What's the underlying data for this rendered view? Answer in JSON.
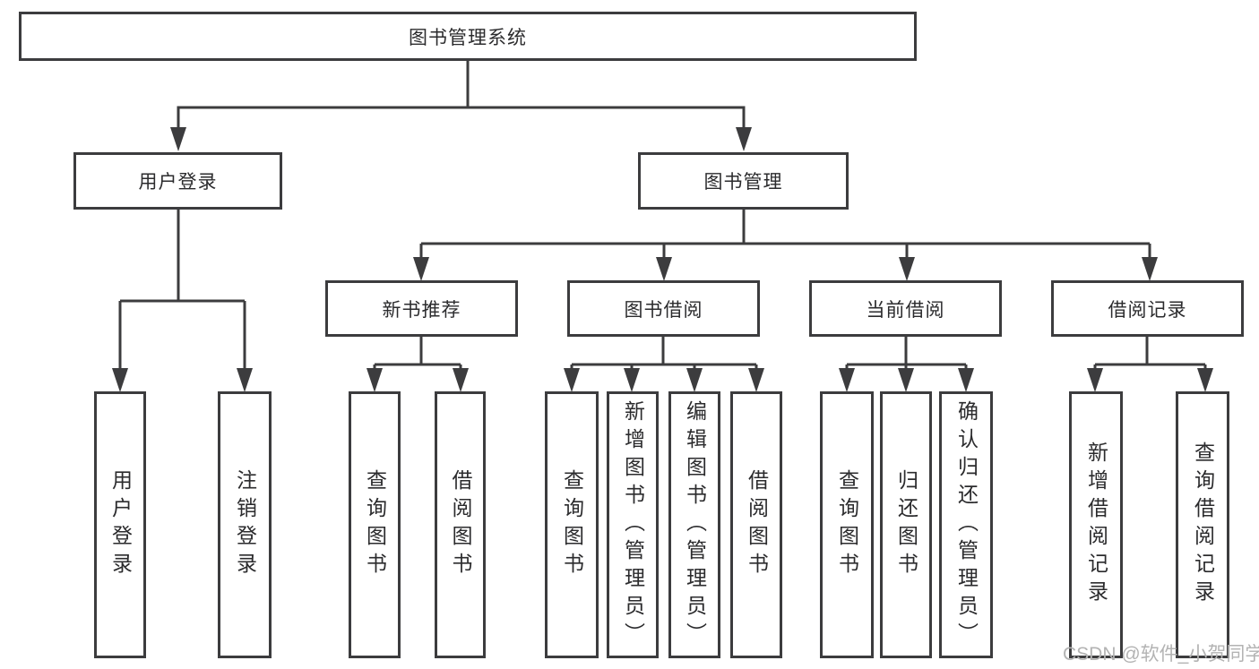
{
  "tree": {
    "label": "图书管理系统",
    "children": [
      {
        "label": "用户登录",
        "children": [
          {
            "label": "用户登录"
          },
          {
            "label": "注销登录"
          }
        ]
      },
      {
        "label": "图书管理",
        "children": [
          {
            "label": "新书推荐",
            "children": [
              {
                "label": "查询图书"
              },
              {
                "label": "借阅图书"
              }
            ]
          },
          {
            "label": "图书借阅",
            "children": [
              {
                "label": "查询图书"
              },
              {
                "label": "新增图书（管理员）"
              },
              {
                "label": "编辑图书（管理员）"
              },
              {
                "label": "借阅图书"
              }
            ]
          },
          {
            "label": "当前借阅",
            "children": [
              {
                "label": "查询图书"
              },
              {
                "label": "归还图书"
              },
              {
                "label": "确认归还（管理员）"
              }
            ]
          },
          {
            "label": "借阅记录",
            "children": [
              {
                "label": "新增借阅记录"
              },
              {
                "label": "查询借阅记录"
              }
            ]
          }
        ]
      }
    ]
  },
  "watermark": {
    "text": "CSDN @软件_小贺同学"
  },
  "colors": {
    "line": "#3c3c3e",
    "text": "#2b2b2d",
    "watermark": "#b3b3b3",
    "background": "#ffffff"
  }
}
